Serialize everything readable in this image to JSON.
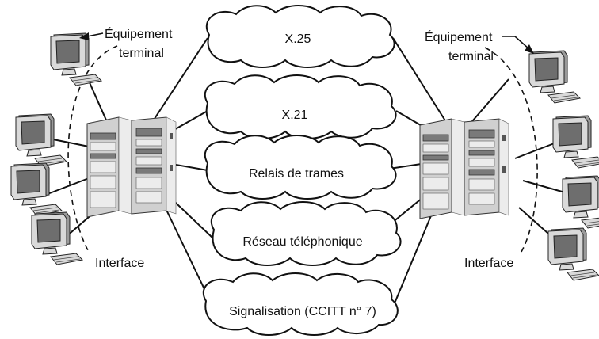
{
  "networks": [
    {
      "id": "x25",
      "label": "X.25"
    },
    {
      "id": "x21",
      "label": "X.21"
    },
    {
      "id": "frame-relay",
      "label": "Relais de trames"
    },
    {
      "id": "phone",
      "label": "Réseau téléphonique"
    },
    {
      "id": "signaling",
      "label": "Signalisation (CCITT n° 7)"
    }
  ],
  "left": {
    "terminal_label_line1": "Équipement",
    "terminal_label_line2": "terminal",
    "interface_label": "Interface"
  },
  "right": {
    "terminal_label_line1": "Équipement",
    "terminal_label_line2": "terminal",
    "interface_label": "Interface"
  }
}
